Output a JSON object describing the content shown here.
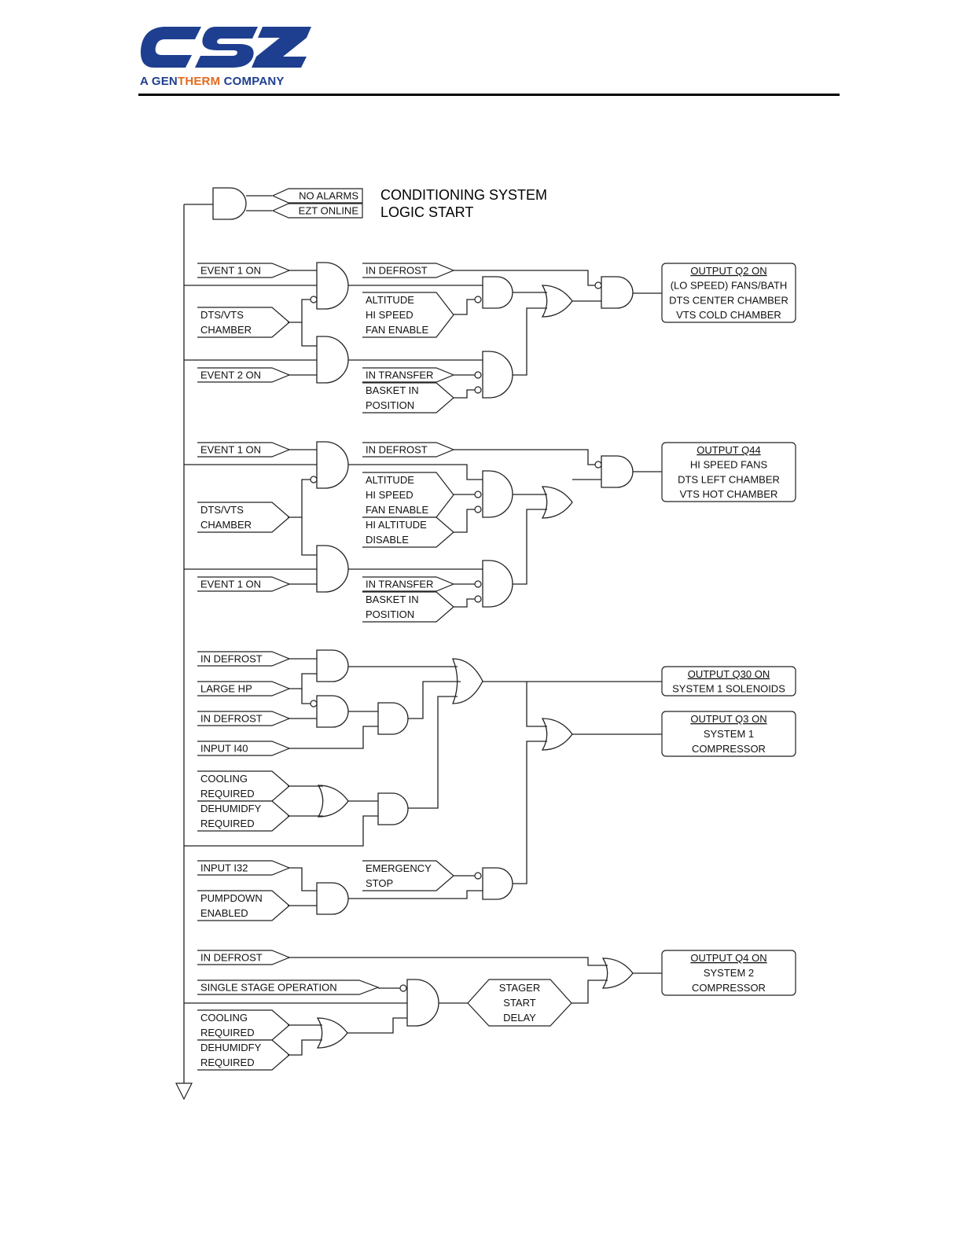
{
  "brand": {
    "logo_text": "CSZ",
    "tagline_prefix": "A GEN",
    "tagline_accent": "THERM",
    "tagline_suffix": " COMPANY",
    "colors": {
      "primary": "#1e3f8f",
      "accent": "#e26b1e"
    }
  },
  "diagram": {
    "title_line1": "CONDITIONING SYSTEM",
    "title_line2": "LOGIC START",
    "start_inputs": [
      "NO ALARMS",
      "EZT ONLINE"
    ],
    "q2": {
      "inputs": {
        "event1": "EVENT 1 ON",
        "dts_vts": [
          "DTS/VTS",
          "CHAMBER"
        ],
        "event2": "EVENT 2 ON",
        "in_defrost": "IN DEFROST",
        "altitude": [
          "ALTITUDE",
          "HI SPEED",
          "FAN ENABLE"
        ],
        "in_transfer": "IN TRANSFER",
        "basket": [
          "BASKET IN",
          "POSITION"
        ]
      },
      "output": [
        "OUTPUT Q2 ON",
        "(LO SPEED) FANS/BATH",
        "DTS CENTER CHAMBER",
        "VTS COLD CHAMBER"
      ]
    },
    "q44": {
      "inputs": {
        "event1a": "EVENT 1 ON",
        "dts_vts": [
          "DTS/VTS",
          "CHAMBER"
        ],
        "event1b": "EVENT 1 ON",
        "in_defrost": "IN DEFROST",
        "altitude": [
          "ALTITUDE",
          "HI SPEED",
          "FAN ENABLE"
        ],
        "hi_altitude": [
          "HI ALTITUDE",
          "DISABLE"
        ],
        "in_transfer": "IN TRANSFER",
        "basket": [
          "BASKET IN",
          "POSITION"
        ]
      },
      "output": [
        "OUTPUT Q44",
        "HI SPEED FANS",
        "DTS LEFT CHAMBER",
        "VTS HOT CHAMBER"
      ]
    },
    "q30": {
      "inputs": {
        "in_defrost_a": "IN DEFROST",
        "large_hp": "LARGE HP",
        "in_defrost_b": "IN DEFROST",
        "input_i40": "INPUT I40",
        "cooling": [
          "COOLING",
          "REQUIRED"
        ],
        "dehumidify": [
          "DEHUMIDFY",
          "REQUIRED"
        ],
        "input_i32": "INPUT I32",
        "pumpdown": [
          "PUMPDOWN",
          "ENABLED"
        ],
        "emergency": [
          "EMERGENCY",
          "STOP"
        ]
      },
      "output_q30": [
        "OUTPUT Q30 ON",
        "SYSTEM 1 SOLENOIDS"
      ],
      "output_q3": [
        "OUTPUT Q3 ON",
        "SYSTEM 1",
        "COMPRESSOR"
      ]
    },
    "q4": {
      "inputs": {
        "in_defrost": "IN DEFROST",
        "single_stage": "SINGLE STAGE OPERATION",
        "cooling": [
          "COOLING",
          "REQUIRED"
        ],
        "dehumidify": [
          "DEHUMIDFY",
          "REQUIRED"
        ]
      },
      "stager": [
        "STAGER",
        "START",
        "DELAY"
      ],
      "output": [
        "OUTPUT Q4 ON",
        "SYSTEM 2",
        "COMPRESSOR"
      ]
    }
  }
}
